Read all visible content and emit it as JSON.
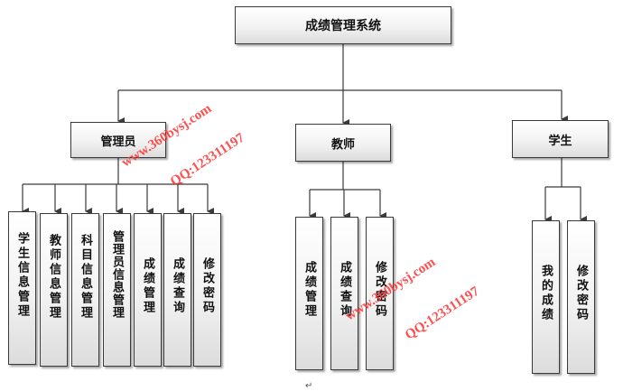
{
  "title": "成绩管理系统",
  "roles": [
    {
      "id": "admin",
      "label": "管理员",
      "items": [
        "学生信息管理",
        "教师信息管理",
        "科目信息管理",
        "管理员信息管理",
        "成绩管理",
        "成绩查询",
        "修改密码"
      ]
    },
    {
      "id": "teacher",
      "label": "教师",
      "items": [
        "成绩管理",
        "成绩查询",
        "修改密码"
      ]
    },
    {
      "id": "student",
      "label": "学生",
      "items": [
        "我的成绩",
        "修改密码"
      ]
    }
  ],
  "watermarks": [
    {
      "text": "www.360bysj.com"
    },
    {
      "text": "QQ:123311197"
    },
    {
      "text": "www.360bysj.com"
    },
    {
      "text": "QQ:123311197"
    }
  ],
  "return_mark": "↵",
  "colors": {
    "watermark": "#ff3b3b",
    "line": "#3a3a3a"
  }
}
